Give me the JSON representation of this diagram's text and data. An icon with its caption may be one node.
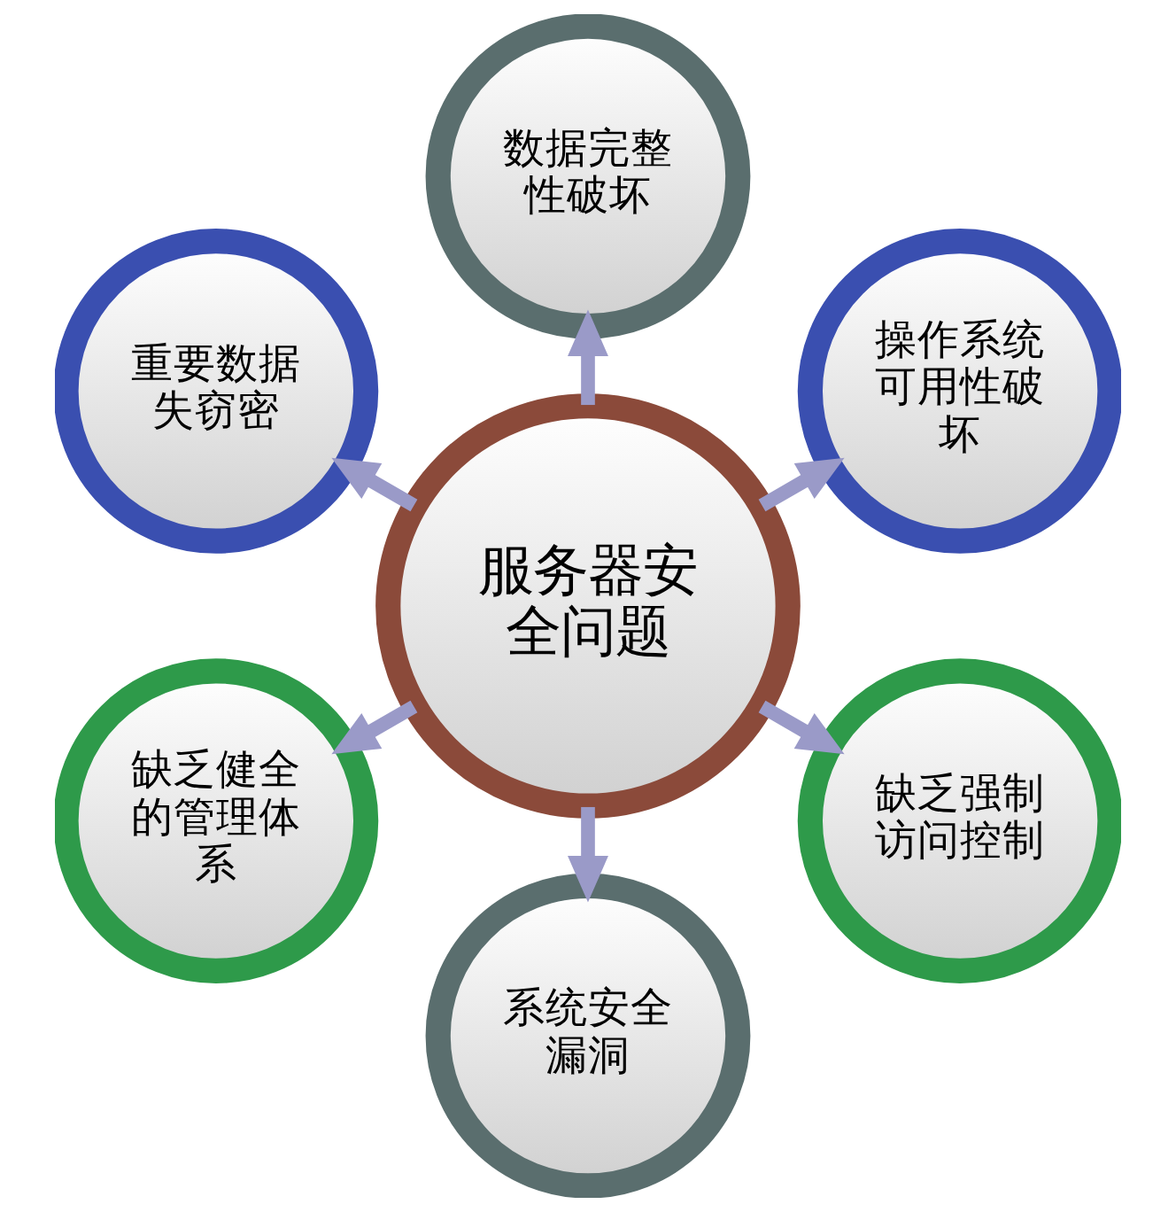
{
  "diagram": {
    "nodes": [
      {
        "text": [
          "服务器安全问题"
        ]
      },
      {
        "text": [
          "操作系统可用性破坏"
        ]
      },
      {
        "text": [
          "数据完整性破坏"
        ]
      },
      {
        "text": [
          "重要数据失窃密"
        ]
      },
      {
        "text": [
          "缺乏健全的管理体系"
        ]
      },
      {
        "text": [
          "系统安全漏洞"
        ]
      },
      {
        "text": [
          "缺乏强制访问控制"
        ]
      }
    ],
    "edges": [
      {
        "from": 0,
        "to": 1,
        "arrow": "to"
      },
      {
        "from": 0,
        "to": 2,
        "arrow": "to"
      },
      {
        "from": 0,
        "to": 3,
        "arrow": "to"
      },
      {
        "from": 0,
        "to": 4,
        "arrow": "to"
      },
      {
        "from": 0,
        "to": 5,
        "arrow": "to"
      },
      {
        "from": 0,
        "to": 6,
        "arrow": "to"
      }
    ]
  }
}
